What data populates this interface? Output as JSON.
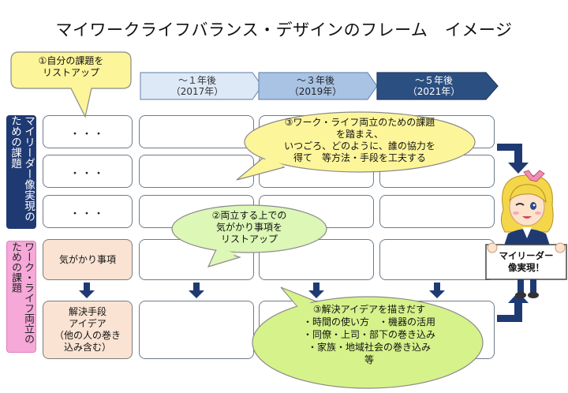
{
  "title": "マイワークライフバランス・デザインのフレーム　イメージ",
  "callouts": {
    "list_issues": [
      "①自分の課題を",
      "リストアップ"
    ],
    "concerns": [
      "②両立する上での",
      "気がかり事項を",
      "リストアップ"
    ],
    "methods": [
      "③ワーク・ライフ両立のための課題",
      "を踏まえ、",
      "いつごろ、どのように、誰の協力を",
      "得て　等方法・手段を工夫する"
    ],
    "solutions": [
      "③解決アイデアを描きだす",
      "・時間の使い方　・機器の活用",
      "・同僚・上司・部下の巻き込み",
      "・家族・地域社会の巻き込み",
      "等"
    ]
  },
  "headers": [
    {
      "period": "～１年後",
      "year": "（2017年）",
      "color": "#dde9f7"
    },
    {
      "period": "～３年後",
      "year": "（2019年）",
      "color": "#a9c3e4"
    },
    {
      "period": "～５年後",
      "year": "（2021年）",
      "color": "#2b4f80"
    }
  ],
  "categories": {
    "leader": "マイリーダー像実現のための課題",
    "worklife": "ワーク・ライフ両立のための課題"
  },
  "rows": {
    "placeholder": "・・・",
    "concern": "気がかり事項",
    "solution": [
      "解決手段",
      "アイデア",
      "（他の人の巻き",
      "込み含む）"
    ]
  },
  "goal": [
    "マイリーダー",
    "像実現！"
  ],
  "colors": {
    "navy": "#1f3a73",
    "pink": "#f6a8d9",
    "peach": "#fbe3d3",
    "bubble_yellow": "#fdf59a",
    "bubble_green": "#dcf7b6",
    "bubble_lime": "#d6f28a"
  }
}
